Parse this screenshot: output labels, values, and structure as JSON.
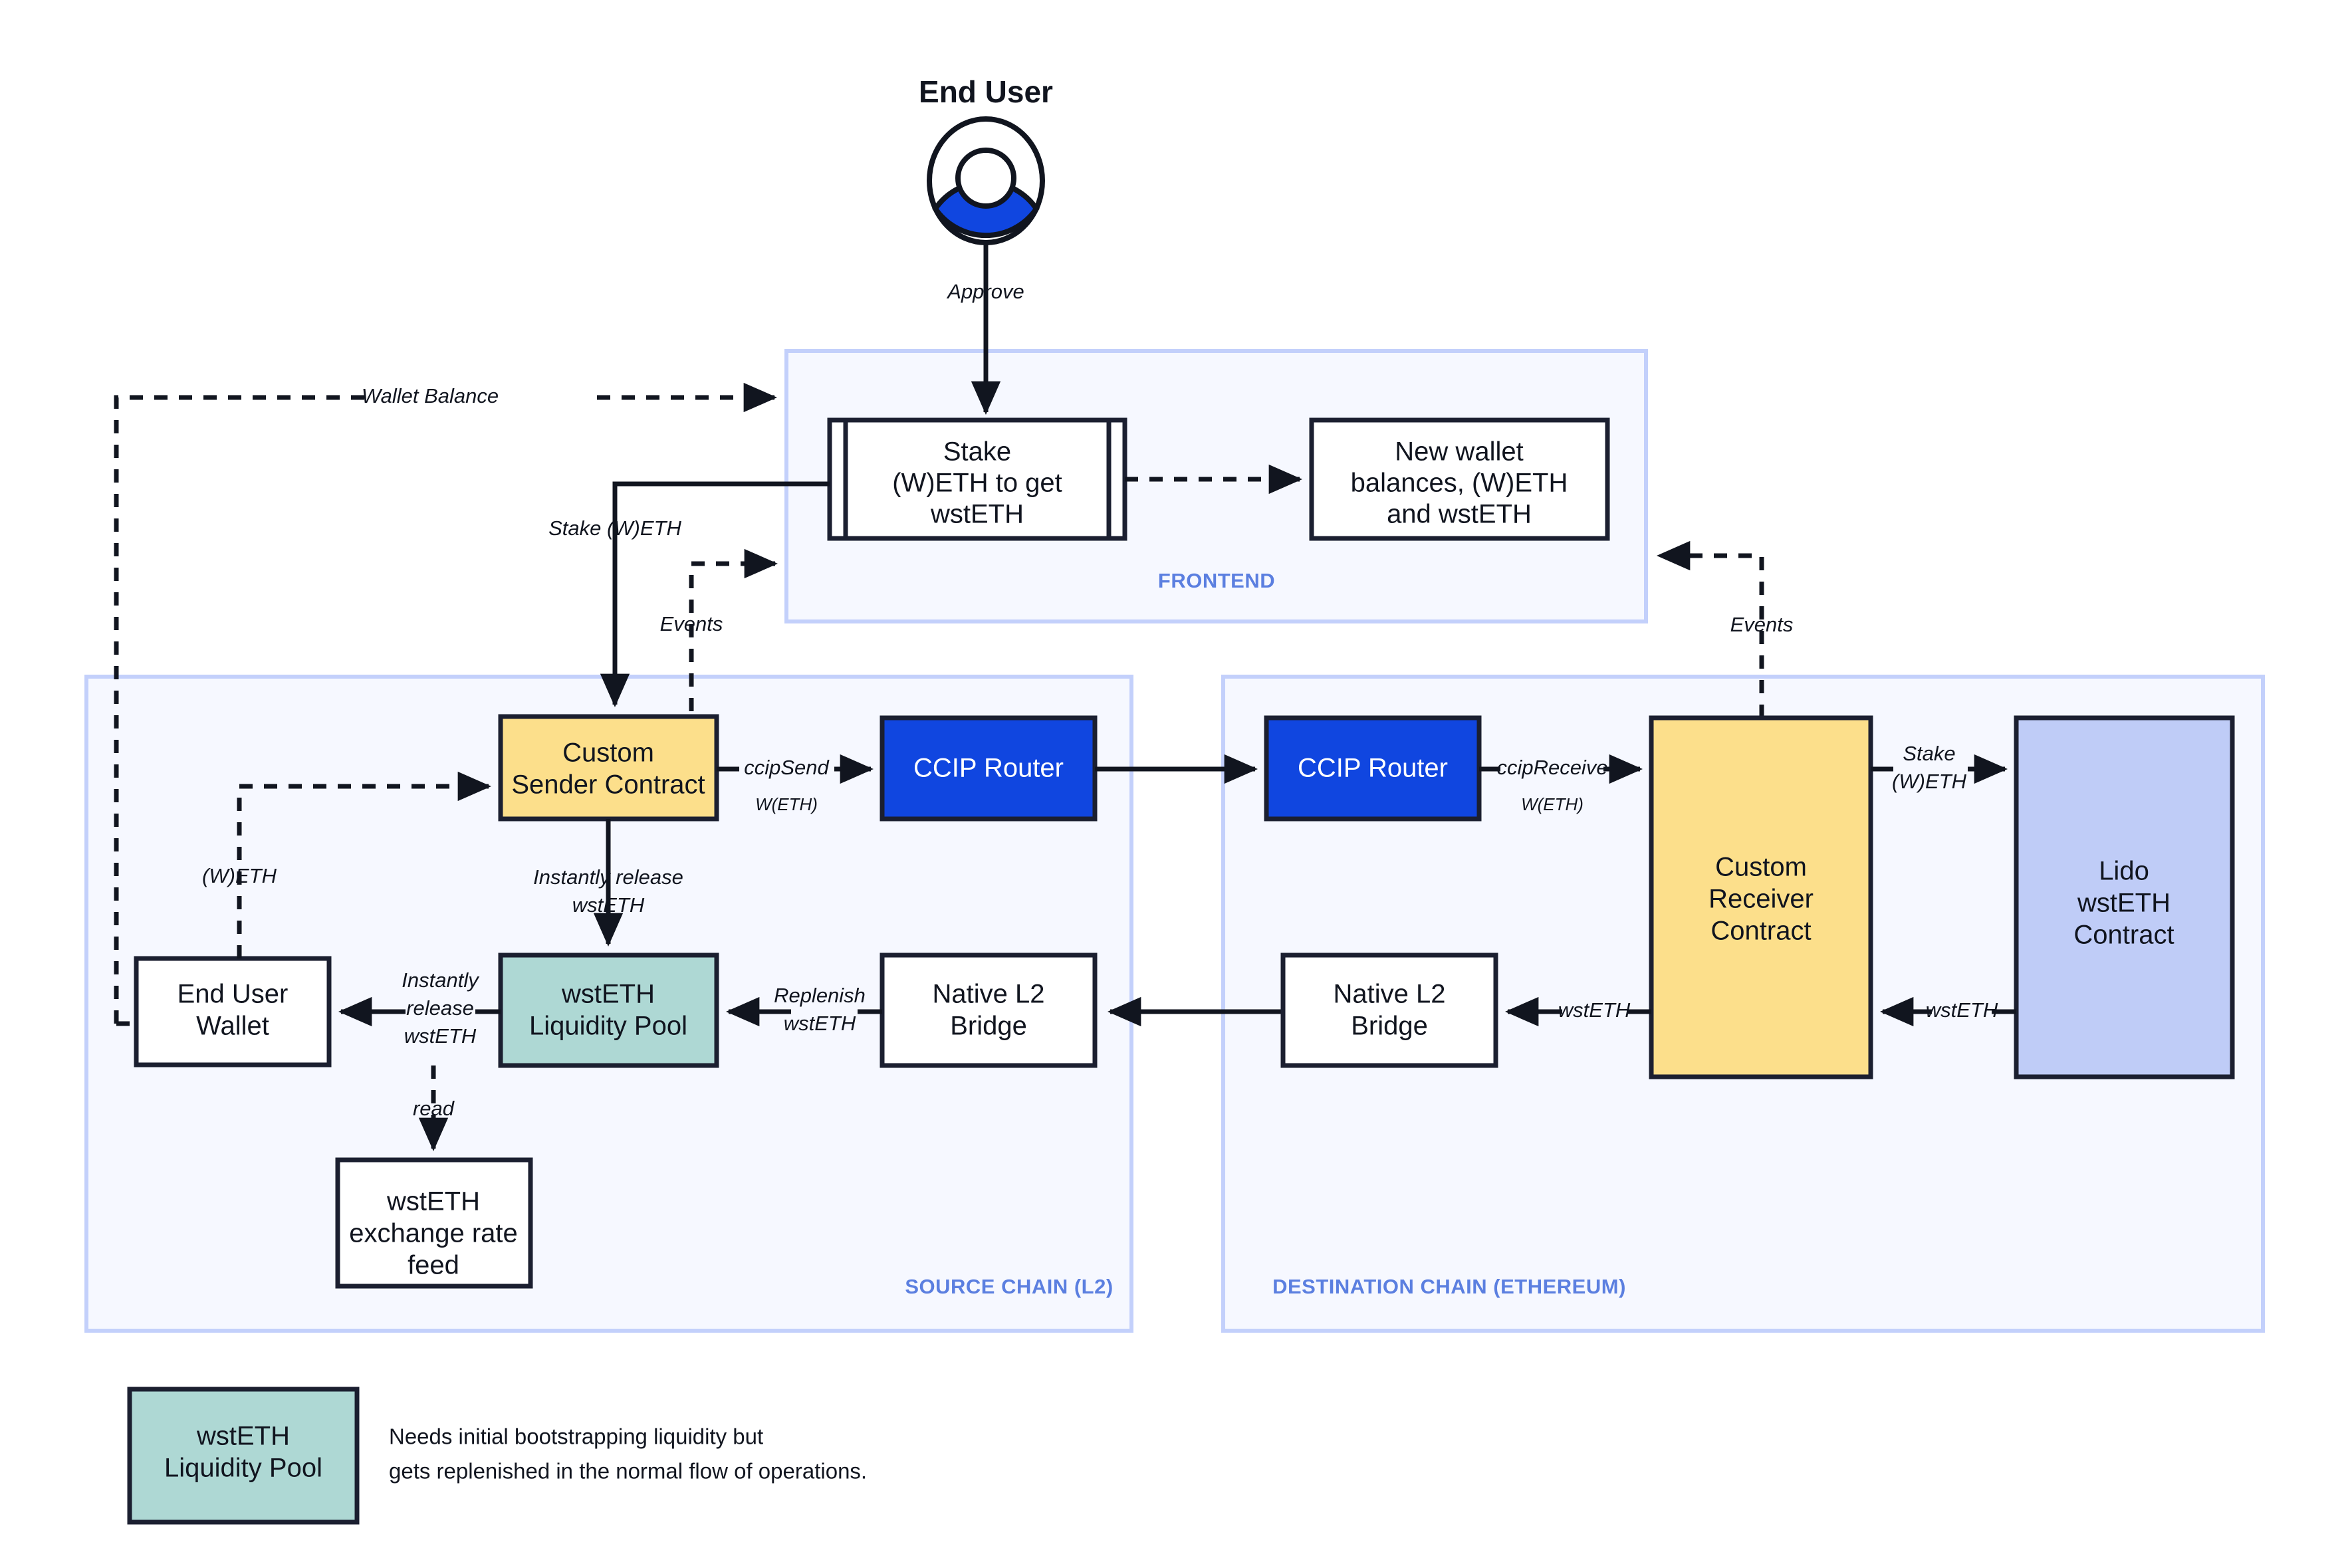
{
  "actor": {
    "title": "End User",
    "icon": "user-avatar-icon",
    "approve_label": "Approve"
  },
  "groups": {
    "frontend": {
      "label": "FRONTEND"
    },
    "source_chain": {
      "label": "SOURCE CHAIN (L2)"
    },
    "destination_chain": {
      "label": "DESTINATION CHAIN (ETHEREUM)"
    }
  },
  "nodes": {
    "stake_form": {
      "label": "Stake\n(W)ETH to get\nwstETH",
      "line1": "Stake",
      "line2": "(W)ETH to get",
      "line3": "wstETH"
    },
    "new_balances": {
      "line1": "New wallet",
      "line2": "balances, (W)ETH",
      "line3": "and wstETH"
    },
    "sender_contract": {
      "line1": "Custom",
      "line2": "Sender Contract"
    },
    "ccip_router_source": {
      "line1": "CCIP Router"
    },
    "ccip_router_dest": {
      "line1": "CCIP Router"
    },
    "receiver_contract": {
      "line1": "Custom",
      "line2": "Receiver",
      "line3": "Contract"
    },
    "lido_contract": {
      "line1": "Lido",
      "line2": "wstETH",
      "line3": "Contract"
    },
    "end_user_wallet": {
      "line1": "End User",
      "line2": "Wallet"
    },
    "liquidity_pool": {
      "line1": "wstETH",
      "line2": "Liquidity Pool"
    },
    "native_bridge_l2": {
      "line1": "Native L2",
      "line2": "Bridge"
    },
    "native_bridge_eth": {
      "line1": "Native L2",
      "line2": "Bridge"
    },
    "rate_feed": {
      "line1": "wstETH",
      "line2": "exchange rate",
      "line3": "feed"
    }
  },
  "edges": {
    "approve": "Approve",
    "wallet_balance": "Wallet Balance",
    "stake_weth": "Stake (W)ETH",
    "events_left": "Events",
    "events_right": "Events",
    "weth": "(W)ETH",
    "ccip_send": "ccipSend",
    "ccip_send_sub": "W(ETH)",
    "ccip_receive": "ccipReceive",
    "ccip_receive_sub": "W(ETH)",
    "instantly_release_wsteth_down_1": "Instantly release",
    "instantly_release_wsteth_down_2": "wstETH",
    "instantly_release_wsteth_left_1": "Instantly",
    "instantly_release_wsteth_left_2": "release",
    "instantly_release_wsteth_left_3": "wstETH",
    "replenish_1": "Replenish",
    "replenish_2": "wstETH",
    "read": "read",
    "wsteth_bridge": "wstETH",
    "wsteth_lido": "wstETH",
    "stake_weth_lido_1": "Stake",
    "stake_weth_lido_2": "(W)ETH"
  },
  "legend": {
    "swatch_line1": "wstETH",
    "swatch_line2": "Liquidity Pool",
    "note_line1": "Needs initial bootstrapping liquidity but",
    "note_line2": "gets replenished in the normal flow of operations."
  },
  "colors": {
    "group_fill": "#f6f8ff",
    "group_stroke": "#c3d0fb",
    "group_label": "#5b7fe0",
    "amber": "#fcdf8b",
    "teal": "#aed8d4",
    "ccip_blue": "#1046e0",
    "lido_blue": "#bfccf7",
    "stroke": "#1b1f30"
  }
}
